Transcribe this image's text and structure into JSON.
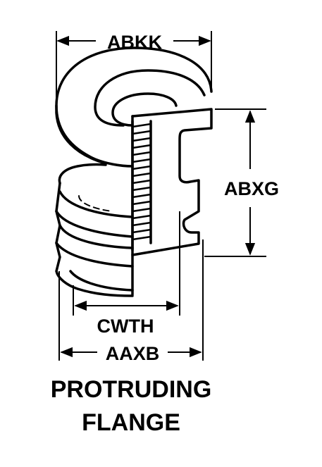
{
  "dimensions": {
    "top_width": "ABKK",
    "height": "ABXG",
    "inner_width": "CWTH",
    "outer_width": "AAXB"
  },
  "caption": {
    "line1": "PROTRUDING",
    "line2": "FLANGE"
  }
}
